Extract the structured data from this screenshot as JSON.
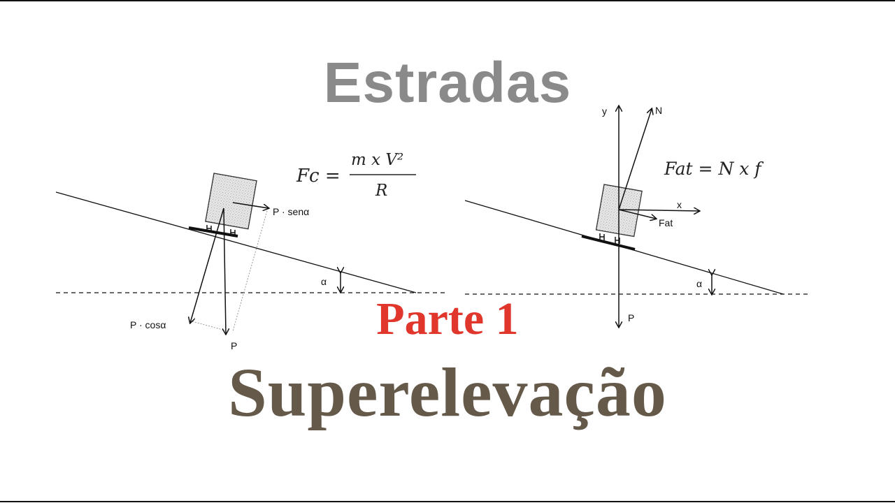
{
  "heading": "Estradas",
  "part_label": "Parte 1",
  "main_title": "Superelevação",
  "left_diagram": {
    "labels": {
      "p_sin": "P · senα",
      "p_cos": "P · cosα",
      "p": "P",
      "alpha": "α"
    },
    "formula": {
      "lhs": "Fc =",
      "numerator": "m x V²",
      "denominator": "R"
    }
  },
  "right_diagram": {
    "labels": {
      "y": "y",
      "n": "N",
      "x": "x",
      "fat": "Fat",
      "p": "P",
      "alpha": "α"
    },
    "formula": "Fat = N x f"
  },
  "colors": {
    "heading": "#8a8a8a",
    "part_label": "#e0362c",
    "main_title": "#65594a"
  }
}
